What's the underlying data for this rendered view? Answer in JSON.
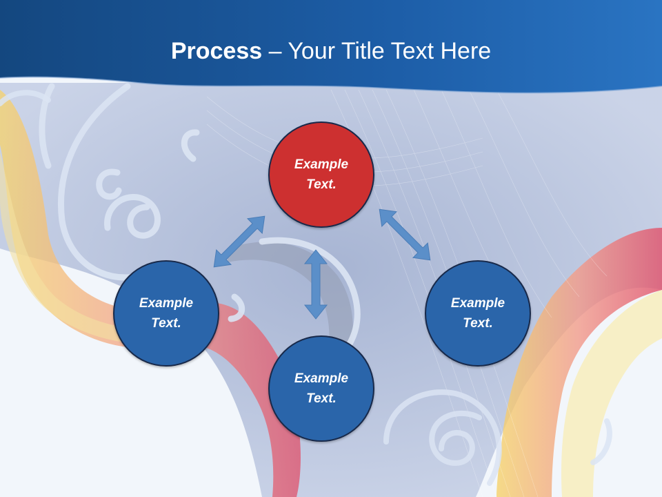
{
  "title": {
    "bold": "Process",
    "rest": " – Your Title Text Here"
  },
  "colors": {
    "header": "#1e5ea6",
    "node_blue": "#2a65aa",
    "node_red": "#cd3030",
    "arrow": "#5b8fc9"
  },
  "nodes": [
    {
      "id": "top",
      "line1": "Example",
      "line2": "Text.",
      "color": "#cd3030"
    },
    {
      "id": "left",
      "line1": "Example",
      "line2": "Text.",
      "color": "#2a65aa"
    },
    {
      "id": "right",
      "line1": "Example",
      "line2": "Text.",
      "color": "#2a65aa"
    },
    {
      "id": "bottom",
      "line1": "Example",
      "line2": "Text.",
      "color": "#2a65aa"
    }
  ],
  "arrows": [
    {
      "from": "top",
      "to": "left",
      "type": "double-headed"
    },
    {
      "from": "top",
      "to": "right",
      "type": "double-headed"
    },
    {
      "from": "top",
      "to": "bottom",
      "type": "double-headed"
    }
  ]
}
